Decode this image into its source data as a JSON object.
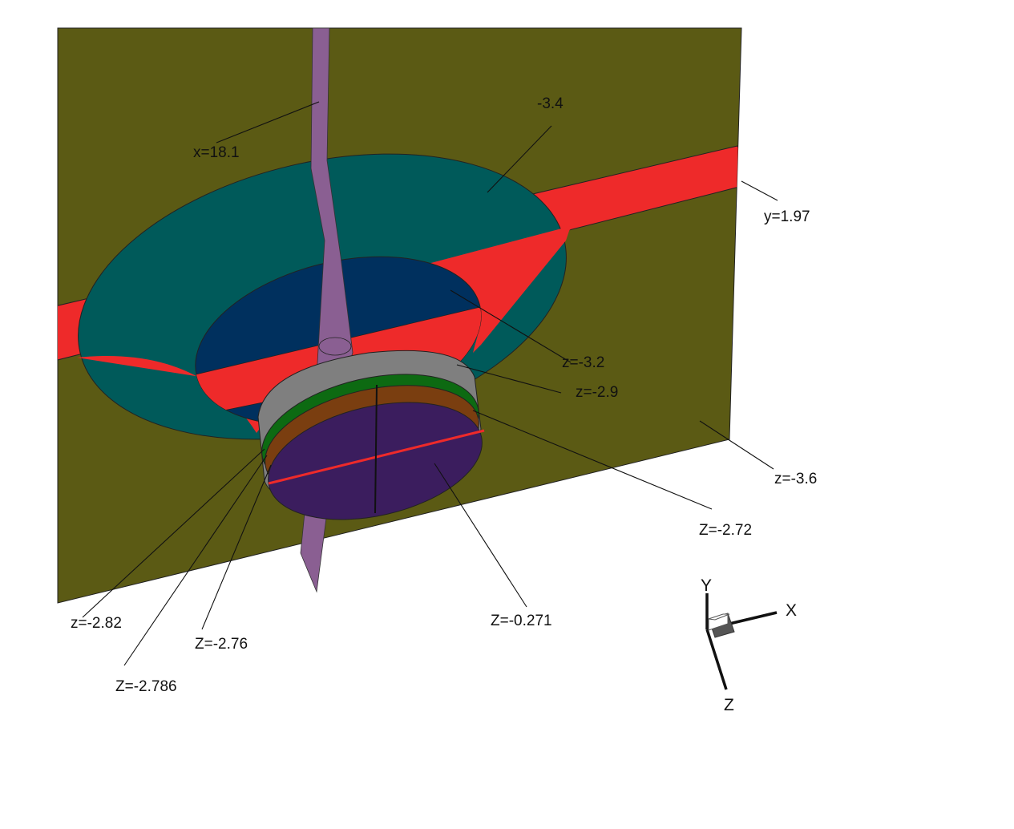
{
  "colors": {
    "wall": "#5b5a14",
    "band": "#ee2a2a",
    "outer_ring": "#005a5a",
    "inner_ring": "#00305e",
    "vertical_plane": "#8a5f92",
    "gray_ring": "#7f7f7f",
    "green_ring": "#0d6a12",
    "brown_ring": "#7a3e10",
    "disk": "#3b1d5e"
  },
  "labels": {
    "x_plane": "x=18.1",
    "top": "-3.4",
    "y_plane": "y=1.97",
    "z_32": "z=-3.2",
    "z_29": "z=-2.9",
    "z_36": "z=-3.6",
    "z_272": "Z=-2.72",
    "z_0271": "Z=-0.271",
    "z_282": "z=-2.82",
    "z_276": "Z=-2.76",
    "z_2786": "Z=-2.786"
  },
  "axes": {
    "x": "X",
    "y": "Y",
    "z": "Z"
  }
}
